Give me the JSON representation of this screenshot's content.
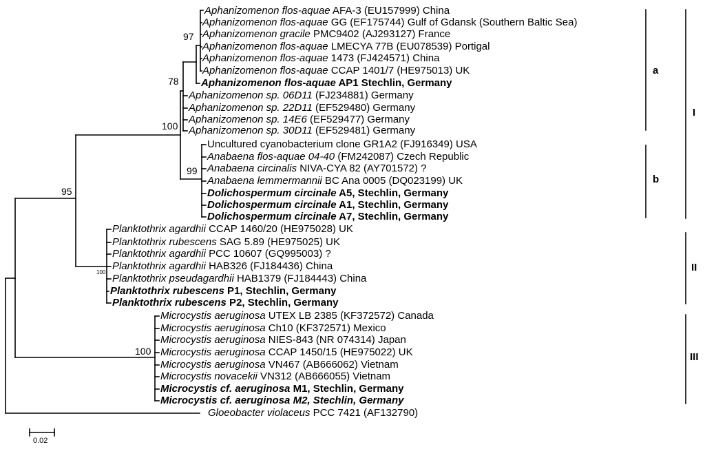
{
  "leaves": [
    {
      "id": "aph-afa3",
      "italic": "Aphanizomenon flos-aquae",
      "rest": " AFA-3 (EU157999) China",
      "bold": false
    },
    {
      "id": "aph-gg",
      "italic": "Aphanizomenon flos-aquae",
      "rest": " GG (EF175744) Gulf of Gdansk (Southern Baltic Sea)",
      "bold": false
    },
    {
      "id": "aph-gracile",
      "italic": "Aphanizomenon gracile",
      "rest": " PMC9402 (AJ293127) France",
      "bold": false
    },
    {
      "id": "aph-lmecya",
      "italic": "Aphanizomenon flos-aquae",
      "rest": " LMECYA 77B (EU078539) Portigal",
      "bold": false
    },
    {
      "id": "aph-1473",
      "italic": "Aphanizomenon flos-aquae",
      "rest": " 1473 (FJ424571) China",
      "bold": false
    },
    {
      "id": "aph-ccap",
      "italic": "Aphanizomenon flos-aquae",
      "rest": " CCAP 1401/7 (HE975013) UK",
      "bold": false
    },
    {
      "id": "aph-ap1",
      "italic": "Aphanizomenon flos-aquae",
      "rest": " AP1 Stechlin, Germany",
      "bold": true
    },
    {
      "id": "aph-06d11",
      "italic": "Aphanizomenon sp. 06D11",
      "rest": " (FJ234881) Germany",
      "bold": false
    },
    {
      "id": "aph-22d11",
      "italic": "Aphanizomenon sp. 22D11",
      "rest": " (EF529480) Germany",
      "bold": false
    },
    {
      "id": "aph-14e6",
      "italic": "Aphanizomenon sp. 14E6",
      "rest": " (EF529477) Germany",
      "bold": false
    },
    {
      "id": "aph-30d11",
      "italic": "Aphanizomenon sp. 30D11",
      "rest": " (EF529481) Germany",
      "bold": false
    },
    {
      "id": "uncultured",
      "italic": "",
      "rest": "Uncultured cyanobacterium clone GR1A2 (FJ916349) USA",
      "bold": false
    },
    {
      "id": "ana-flosaquae",
      "italic": "Anabaena flos-aquae 04-40",
      "rest": " (FM242087) Czech Republic",
      "bold": false
    },
    {
      "id": "ana-circinalis",
      "italic": "Anabaena circinalis",
      "rest": " NIVA-CYA 82 (AY701572) ?",
      "bold": false
    },
    {
      "id": "ana-lemmermannii",
      "italic": "Anabaena lemmermannii",
      "rest": " BC Ana 0005 (DQ023199) UK",
      "bold": false
    },
    {
      "id": "dol-a5",
      "italic": "Dolichospermum circinale",
      "rest": " A5, Stechlin, Germany",
      "bold": true
    },
    {
      "id": "dol-a1",
      "italic": "Dolichospermum circinale",
      "rest": " A1, Stechlin, Germany",
      "bold": true
    },
    {
      "id": "dol-a7",
      "italic": "Dolichospermum circinale",
      "rest": " A7, Stechlin, Germany",
      "bold": true
    },
    {
      "id": "pla-agardhii-ccap",
      "italic": "Planktothrix agardhii",
      "rest": " CCAP 1460/20 (HE975028) UK",
      "bold": false
    },
    {
      "id": "pla-rubescens-sag",
      "italic": "Planktothrix rubescens",
      "rest": " SAG 5.89 (HE975025) UK",
      "bold": false
    },
    {
      "id": "pla-agardhii-pcc",
      "italic": "Planktothrix agardhii",
      "rest": " PCC 10607 (GQ995003) ?",
      "bold": false
    },
    {
      "id": "pla-agardhii-hab",
      "italic": "Planktothrix agardhii",
      "rest": " HAB326 (FJ184436) China",
      "bold": false
    },
    {
      "id": "pla-pseudagardhii",
      "italic": "Planktothrix pseudagardhii",
      "rest": " HAB1379 (FJ184443) China",
      "bold": false
    },
    {
      "id": "pla-p1",
      "italic": "Planktothrix rubescens",
      "rest": " P1, Stechlin, Germany",
      "bold": true
    },
    {
      "id": "pla-p2",
      "italic": "Planktothrix rubescens",
      "rest": " P2, Stechlin, Germany",
      "bold": true
    },
    {
      "id": "mic-utex",
      "italic": "Microcystis aeruginosa",
      "rest": " UTEX LB 2385 (KF372572) Canada",
      "bold": false
    },
    {
      "id": "mic-ch10",
      "italic": "Microcystis aeruginosa",
      "rest": " Ch10 (KF372571) Mexico",
      "bold": false
    },
    {
      "id": "mic-nies",
      "italic": "Microcystis aeruginosa",
      "rest": " NIES-843 (NR 074314) Japan",
      "bold": false
    },
    {
      "id": "mic-ccap",
      "italic": "Microcystis aeruginosa",
      "rest": " CCAP 1450/15 (HE975022) UK",
      "bold": false
    },
    {
      "id": "mic-vn467",
      "italic": "Microcystis aeruginosa",
      "rest": " VN467 (AB666062) Vietnam",
      "bold": false
    },
    {
      "id": "mic-novacekii",
      "italic": "Microcystis novacekii",
      "rest": " VN312 (AB666055) Vietnam",
      "bold": false
    },
    {
      "id": "mic-m1",
      "italic": "Microcystis cf. aeruginosa",
      "rest": " M1, Stechlin, Germany",
      "bold": true
    },
    {
      "id": "mic-m2",
      "italic": "Microcystis cf. aeruginosa M2, Stechlin, Germany",
      "rest": "",
      "bold": true
    },
    {
      "id": "gloeobacter",
      "italic": "Gloeobacter violaceus",
      "rest": " PCC 7421 (AF132790)",
      "bold": false
    }
  ],
  "bootstrap": [
    "97",
    "78",
    "100",
    "99",
    "95",
    "100",
    "100"
  ],
  "clades": {
    "a": "a",
    "b": "b",
    "I": "I",
    "II": "II",
    "III": "III"
  },
  "scale": {
    "label": "0.02"
  }
}
